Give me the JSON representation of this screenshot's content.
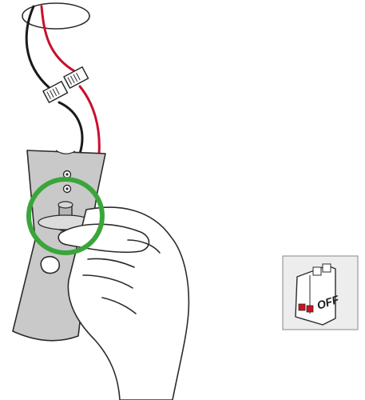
{
  "breaker": {
    "state_label": "OFF"
  },
  "colors": {
    "wire_red": "#c8102e",
    "wire_black": "#1a1a1a",
    "highlight_ring": "#3aa53a",
    "fixture_grey": "#c9c9c9",
    "breaker_box": "#ededed",
    "breaker_switch_red": "#d0101e"
  },
  "icons": [
    "ceiling-hole",
    "wire-connector",
    "light-fixture-body",
    "hand",
    "highlight-circle",
    "circuit-breaker"
  ]
}
